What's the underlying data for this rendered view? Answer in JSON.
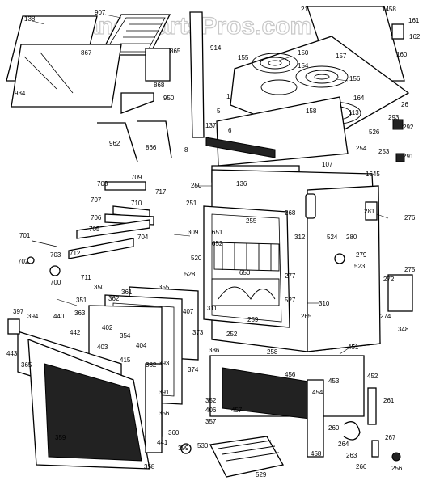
{
  "watermark": "AppliancePartsPros.com",
  "labels": [
    {
      "id": "138",
      "text": "138"
    },
    {
      "id": "907",
      "text": "907"
    },
    {
      "id": "867",
      "text": "867"
    },
    {
      "id": "934",
      "text": "934"
    },
    {
      "id": "865",
      "text": "865"
    },
    {
      "id": "914",
      "text": "914"
    },
    {
      "id": "868",
      "text": "868"
    },
    {
      "id": "950",
      "text": "950"
    },
    {
      "id": "962",
      "text": "962"
    },
    {
      "id": "866",
      "text": "866"
    },
    {
      "id": "21",
      "text": "21"
    },
    {
      "id": "1458",
      "text": "1458"
    },
    {
      "id": "161",
      "text": "161"
    },
    {
      "id": "162",
      "text": "162"
    },
    {
      "id": "160",
      "text": "160"
    },
    {
      "id": "155",
      "text": "155"
    },
    {
      "id": "150",
      "text": "150"
    },
    {
      "id": "157",
      "text": "157"
    },
    {
      "id": "154",
      "text": "154"
    },
    {
      "id": "156",
      "text": "156"
    },
    {
      "id": "164",
      "text": "164"
    },
    {
      "id": "158",
      "text": "158"
    },
    {
      "id": "113",
      "text": "113"
    },
    {
      "id": "26",
      "text": "26"
    },
    {
      "id": "1",
      "text": "1"
    },
    {
      "id": "5",
      "text": "5"
    },
    {
      "id": "293",
      "text": "293"
    },
    {
      "id": "292",
      "text": "292"
    },
    {
      "id": "526",
      "text": "526"
    },
    {
      "id": "137",
      "text": "137"
    },
    {
      "id": "6",
      "text": "6"
    },
    {
      "id": "254",
      "text": "254"
    },
    {
      "id": "253",
      "text": "253"
    },
    {
      "id": "291",
      "text": "291"
    },
    {
      "id": "8",
      "text": "8"
    },
    {
      "id": "250",
      "text": "250"
    },
    {
      "id": "136",
      "text": "136"
    },
    {
      "id": "107",
      "text": "107"
    },
    {
      "id": "1645",
      "text": "1645"
    },
    {
      "id": "708",
      "text": "708"
    },
    {
      "id": "709",
      "text": "709"
    },
    {
      "id": "717",
      "text": "717"
    },
    {
      "id": "707",
      "text": "707"
    },
    {
      "id": "710",
      "text": "710"
    },
    {
      "id": "706",
      "text": "706"
    },
    {
      "id": "705",
      "text": "705"
    },
    {
      "id": "704",
      "text": "704"
    },
    {
      "id": "701",
      "text": "701"
    },
    {
      "id": "702",
      "text": "702"
    },
    {
      "id": "703",
      "text": "703"
    },
    {
      "id": "712",
      "text": "712"
    },
    {
      "id": "700",
      "text": "700"
    },
    {
      "id": "711",
      "text": "711"
    },
    {
      "id": "251",
      "text": "251"
    },
    {
      "id": "268",
      "text": "268"
    },
    {
      "id": "281",
      "text": "281"
    },
    {
      "id": "276",
      "text": "276"
    },
    {
      "id": "255",
      "text": "255"
    },
    {
      "id": "309",
      "text": "309"
    },
    {
      "id": "651",
      "text": "651"
    },
    {
      "id": "652",
      "text": "652"
    },
    {
      "id": "312",
      "text": "312"
    },
    {
      "id": "524",
      "text": "524"
    },
    {
      "id": "280",
      "text": "280"
    },
    {
      "id": "279",
      "text": "279"
    },
    {
      "id": "520",
      "text": "520"
    },
    {
      "id": "523",
      "text": "523"
    },
    {
      "id": "275",
      "text": "275"
    },
    {
      "id": "528",
      "text": "528"
    },
    {
      "id": "650",
      "text": "650"
    },
    {
      "id": "277",
      "text": "277"
    },
    {
      "id": "272",
      "text": "272"
    },
    {
      "id": "350",
      "text": "350"
    },
    {
      "id": "361",
      "text": "361"
    },
    {
      "id": "355",
      "text": "355"
    },
    {
      "id": "351",
      "text": "351"
    },
    {
      "id": "362",
      "text": "362"
    },
    {
      "id": "527",
      "text": "527"
    },
    {
      "id": "397",
      "text": "397"
    },
    {
      "id": "394",
      "text": "394"
    },
    {
      "id": "440",
      "text": "440"
    },
    {
      "id": "363",
      "text": "363"
    },
    {
      "id": "407",
      "text": "407"
    },
    {
      "id": "311",
      "text": "311"
    },
    {
      "id": "310",
      "text": "310"
    },
    {
      "id": "265",
      "text": "265"
    },
    {
      "id": "274",
      "text": "274"
    },
    {
      "id": "402",
      "text": "402"
    },
    {
      "id": "442",
      "text": "442"
    },
    {
      "id": "354",
      "text": "354"
    },
    {
      "id": "373",
      "text": "373"
    },
    {
      "id": "259",
      "text": "259"
    },
    {
      "id": "348",
      "text": "348"
    },
    {
      "id": "403",
      "text": "403"
    },
    {
      "id": "404",
      "text": "404"
    },
    {
      "id": "252",
      "text": "252"
    },
    {
      "id": "443",
      "text": "443"
    },
    {
      "id": "415",
      "text": "415"
    },
    {
      "id": "258",
      "text": "258"
    },
    {
      "id": "365",
      "text": "365"
    },
    {
      "id": "382",
      "text": "382"
    },
    {
      "id": "393",
      "text": "393"
    },
    {
      "id": "374",
      "text": "374"
    },
    {
      "id": "386",
      "text": "386"
    },
    {
      "id": "451",
      "text": "451"
    },
    {
      "id": "456",
      "text": "456"
    },
    {
      "id": "452",
      "text": "452"
    },
    {
      "id": "453",
      "text": "453"
    },
    {
      "id": "391",
      "text": "391"
    },
    {
      "id": "454",
      "text": "454"
    },
    {
      "id": "352",
      "text": "352"
    },
    {
      "id": "261",
      "text": "261"
    },
    {
      "id": "457",
      "text": "457"
    },
    {
      "id": "356",
      "text": "356"
    },
    {
      "id": "406",
      "text": "406"
    },
    {
      "id": "357",
      "text": "357"
    },
    {
      "id": "260",
      "text": "260"
    },
    {
      "id": "359",
      "text": "359"
    },
    {
      "id": "360",
      "text": "360"
    },
    {
      "id": "441",
      "text": "441"
    },
    {
      "id": "399",
      "text": "399"
    },
    {
      "id": "530",
      "text": "530"
    },
    {
      "id": "264",
      "text": "264"
    },
    {
      "id": "458",
      "text": "458"
    },
    {
      "id": "263",
      "text": "263"
    },
    {
      "id": "267",
      "text": "267"
    },
    {
      "id": "358",
      "text": "358"
    },
    {
      "id": "529",
      "text": "529"
    },
    {
      "id": "266",
      "text": "266"
    },
    {
      "id": "256",
      "text": "256"
    }
  ]
}
